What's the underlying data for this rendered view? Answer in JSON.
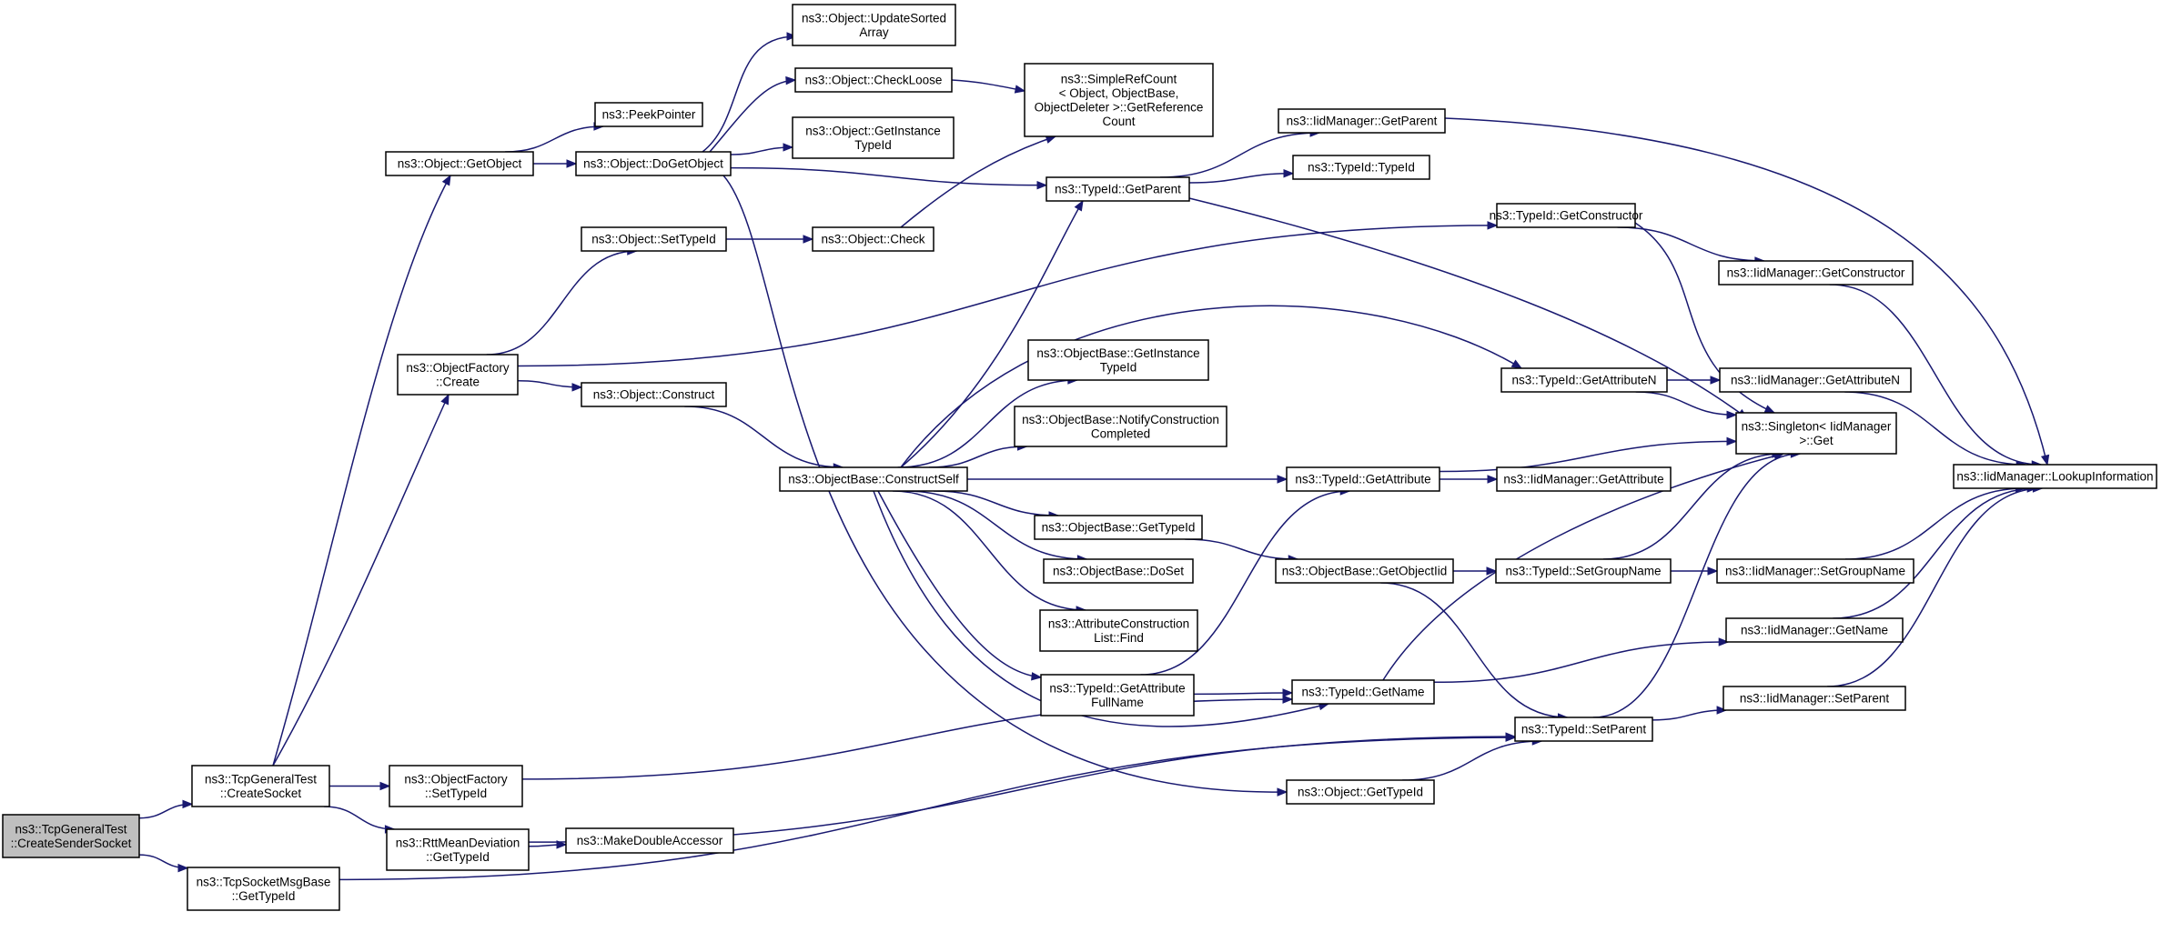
{
  "diagram": {
    "type": "call-graph",
    "colors": {
      "edge": "#191970",
      "node_border": "#000000",
      "node_fill": "#ffffff",
      "root_fill": "#bfbfbf"
    },
    "nodes": [
      {
        "id": "n1",
        "lines": [
          "ns3::TcpGeneralTest",
          "::CreateSenderSocket"
        ],
        "root": true
      },
      {
        "id": "n2",
        "lines": [
          "ns3::TcpGeneralTest",
          "::CreateSocket"
        ]
      },
      {
        "id": "n3",
        "lines": [
          "ns3::TcpSocketMsgBase",
          "::GetTypeId"
        ]
      },
      {
        "id": "n4",
        "lines": [
          "ns3::Object::GetObject"
        ]
      },
      {
        "id": "n5",
        "lines": [
          "ns3::ObjectFactory",
          "::Create"
        ]
      },
      {
        "id": "n6",
        "lines": [
          "ns3::ObjectFactory",
          "::SetTypeId"
        ]
      },
      {
        "id": "n7",
        "lines": [
          "ns3::RttMeanDeviation",
          "::GetTypeId"
        ]
      },
      {
        "id": "n8",
        "lines": [
          "ns3::PeekPointer"
        ]
      },
      {
        "id": "n9",
        "lines": [
          "ns3::Object::DoGetObject"
        ]
      },
      {
        "id": "n10",
        "lines": [
          "ns3::Object::SetTypeId"
        ]
      },
      {
        "id": "n11",
        "lines": [
          "ns3::Object::Construct"
        ]
      },
      {
        "id": "n12",
        "lines": [
          "ns3::MakeDoubleAccessor"
        ]
      },
      {
        "id": "n13",
        "lines": [
          "ns3::Object::UpdateSorted",
          "Array"
        ]
      },
      {
        "id": "n14",
        "lines": [
          "ns3::Object::CheckLoose"
        ]
      },
      {
        "id": "n15",
        "lines": [
          "ns3::Object::GetInstance",
          "TypeId"
        ]
      },
      {
        "id": "n16",
        "lines": [
          "ns3::Object::Check"
        ]
      },
      {
        "id": "n17",
        "lines": [
          "ns3::ObjectBase::ConstructSelf"
        ]
      },
      {
        "id": "n18",
        "lines": [
          "ns3::SimpleRefCount",
          "< Object, ObjectBase,",
          "ObjectDeleter >::GetReference",
          "Count"
        ]
      },
      {
        "id": "n19",
        "lines": [
          "ns3::TypeId::GetParent"
        ]
      },
      {
        "id": "n20",
        "lines": [
          "ns3::ObjectBase::GetInstance",
          "TypeId"
        ]
      },
      {
        "id": "n21",
        "lines": [
          "ns3::ObjectBase::NotifyConstruction",
          "Completed"
        ]
      },
      {
        "id": "n22",
        "lines": [
          "ns3::ObjectBase::GetTypeId"
        ]
      },
      {
        "id": "n23",
        "lines": [
          "ns3::ObjectBase::DoSet"
        ]
      },
      {
        "id": "n24",
        "lines": [
          "ns3::AttributeConstruction",
          "List::Find"
        ]
      },
      {
        "id": "n25",
        "lines": [
          "ns3::TypeId::GetAttribute",
          "FullName"
        ]
      },
      {
        "id": "n26",
        "lines": [
          "ns3::IidManager::GetParent"
        ]
      },
      {
        "id": "n27",
        "lines": [
          "ns3::TypeId::TypeId"
        ]
      },
      {
        "id": "n28",
        "lines": [
          "ns3::TypeId::GetAttribute"
        ]
      },
      {
        "id": "n29",
        "lines": [
          "ns3::ObjectBase::GetObjectIid"
        ]
      },
      {
        "id": "n30",
        "lines": [
          "ns3::TypeId::GetName"
        ]
      },
      {
        "id": "n31",
        "lines": [
          "ns3::Object::GetTypeId"
        ]
      },
      {
        "id": "n32",
        "lines": [
          "ns3::TypeId::GetConstructor"
        ]
      },
      {
        "id": "n33",
        "lines": [
          "ns3::TypeId::GetAttributeN"
        ]
      },
      {
        "id": "n34",
        "lines": [
          "ns3::IidManager::GetAttribute"
        ]
      },
      {
        "id": "n35",
        "lines": [
          "ns3::TypeId::SetGroupName"
        ]
      },
      {
        "id": "n36",
        "lines": [
          "ns3::TypeId::SetParent"
        ]
      },
      {
        "id": "n37",
        "lines": [
          "ns3::IidManager::GetConstructor"
        ]
      },
      {
        "id": "n38",
        "lines": [
          "ns3::IidManager::GetAttributeN"
        ]
      },
      {
        "id": "n39",
        "lines": [
          "ns3::Singleton< IidManager",
          " >::Get"
        ]
      },
      {
        "id": "n40",
        "lines": [
          "ns3::IidManager::SetGroupName"
        ]
      },
      {
        "id": "n41",
        "lines": [
          "ns3::IidManager::GetName"
        ]
      },
      {
        "id": "n42",
        "lines": [
          "ns3::IidManager::SetParent"
        ]
      },
      {
        "id": "n43",
        "lines": [
          "ns3::IidManager::LookupInformation"
        ]
      }
    ],
    "edges": [
      [
        "n1",
        "n2"
      ],
      [
        "n1",
        "n3"
      ],
      [
        "n2",
        "n4"
      ],
      [
        "n2",
        "n5"
      ],
      [
        "n2",
        "n6"
      ],
      [
        "n2",
        "n7"
      ],
      [
        "n3",
        "n36"
      ],
      [
        "n4",
        "n8"
      ],
      [
        "n4",
        "n9"
      ],
      [
        "n5",
        "n10"
      ],
      [
        "n5",
        "n11"
      ],
      [
        "n5",
        "n32"
      ],
      [
        "n6",
        "n30"
      ],
      [
        "n7",
        "n12"
      ],
      [
        "n7",
        "n36"
      ],
      [
        "n9",
        "n13"
      ],
      [
        "n9",
        "n14"
      ],
      [
        "n9",
        "n15"
      ],
      [
        "n9",
        "n19"
      ],
      [
        "n9",
        "n31"
      ],
      [
        "n10",
        "n16"
      ],
      [
        "n11",
        "n17"
      ],
      [
        "n14",
        "n18"
      ],
      [
        "n16",
        "n18"
      ],
      [
        "n17",
        "n19"
      ],
      [
        "n17",
        "n20"
      ],
      [
        "n17",
        "n21"
      ],
      [
        "n17",
        "n22"
      ],
      [
        "n17",
        "n23"
      ],
      [
        "n17",
        "n24"
      ],
      [
        "n17",
        "n25"
      ],
      [
        "n17",
        "n28"
      ],
      [
        "n17",
        "n30"
      ],
      [
        "n17",
        "n33"
      ],
      [
        "n19",
        "n26"
      ],
      [
        "n19",
        "n27"
      ],
      [
        "n19",
        "n39"
      ],
      [
        "n22",
        "n29"
      ],
      [
        "n25",
        "n28"
      ],
      [
        "n25",
        "n30"
      ],
      [
        "n26",
        "n43"
      ],
      [
        "n28",
        "n34"
      ],
      [
        "n28",
        "n39"
      ],
      [
        "n29",
        "n35"
      ],
      [
        "n29",
        "n36"
      ],
      [
        "n30",
        "n41"
      ],
      [
        "n30",
        "n39"
      ],
      [
        "n31",
        "n36"
      ],
      [
        "n32",
        "n37"
      ],
      [
        "n32",
        "n39"
      ],
      [
        "n33",
        "n38"
      ],
      [
        "n33",
        "n39"
      ],
      [
        "n35",
        "n40"
      ],
      [
        "n35",
        "n39"
      ],
      [
        "n36",
        "n42"
      ],
      [
        "n36",
        "n39"
      ],
      [
        "n37",
        "n43"
      ],
      [
        "n38",
        "n43"
      ],
      [
        "n40",
        "n43"
      ],
      [
        "n41",
        "n43"
      ],
      [
        "n42",
        "n43"
      ]
    ]
  }
}
